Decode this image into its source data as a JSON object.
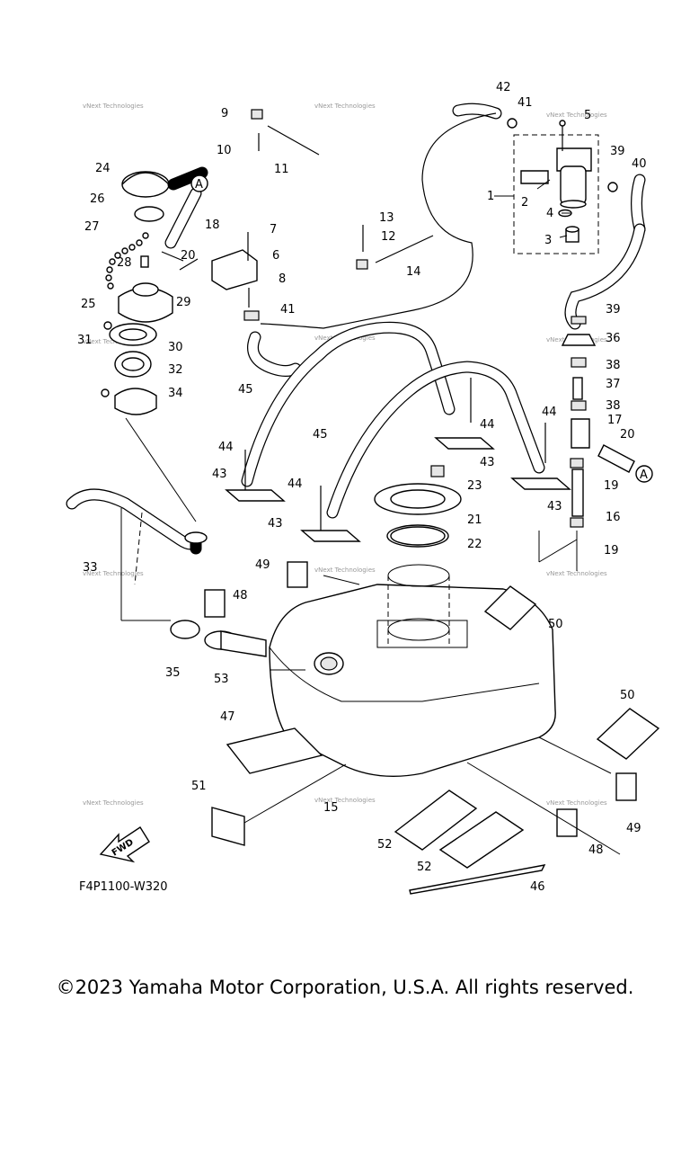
{
  "labels": {
    "l1": "1",
    "l2": "2",
    "l3": "3",
    "l4": "4",
    "l5": "5",
    "l6": "6",
    "l7": "7",
    "l8": "8",
    "l9": "9",
    "l10": "10",
    "l11": "11",
    "l12": "12",
    "l13": "13",
    "l14": "14",
    "l15": "15",
    "l16": "16",
    "l17": "17",
    "l18": "18",
    "l19a": "19",
    "l19b": "19",
    "l20a": "20",
    "l20b": "20",
    "l21": "21",
    "l22": "22",
    "l23": "23",
    "l24": "24",
    "l25": "25",
    "l26": "26",
    "l27": "27",
    "l28": "28",
    "l29": "29",
    "l30": "30",
    "l31": "31",
    "l32": "32",
    "l33": "33",
    "l34": "34",
    "l35": "35",
    "l36": "36",
    "l37": "37",
    "l38a": "38",
    "l38b": "38",
    "l39a": "39",
    "l39b": "39",
    "l40": "40",
    "l41a": "41",
    "l41b": "41",
    "l42": "42",
    "l43a": "43",
    "l43b": "43",
    "l43c": "43",
    "l43d": "43",
    "l44a": "44",
    "l44b": "44",
    "l44c": "44",
    "l44d": "44",
    "l45a": "45",
    "l45b": "45",
    "l46": "46",
    "l47": "47",
    "l48a": "48",
    "l48b": "48",
    "l49a": "49",
    "l49b": "49",
    "l50a": "50",
    "l50b": "50",
    "l51": "51",
    "l52a": "52",
    "l52b": "52",
    "l53": "53"
  },
  "ref_marker": "A",
  "watermark": "vNext Technologies",
  "fwd_label": "FWD",
  "diagram_code": "F4P1100-W320",
  "copyright": "©2023 Yamaha Motor Corporation, U.S.A. All rights reserved."
}
